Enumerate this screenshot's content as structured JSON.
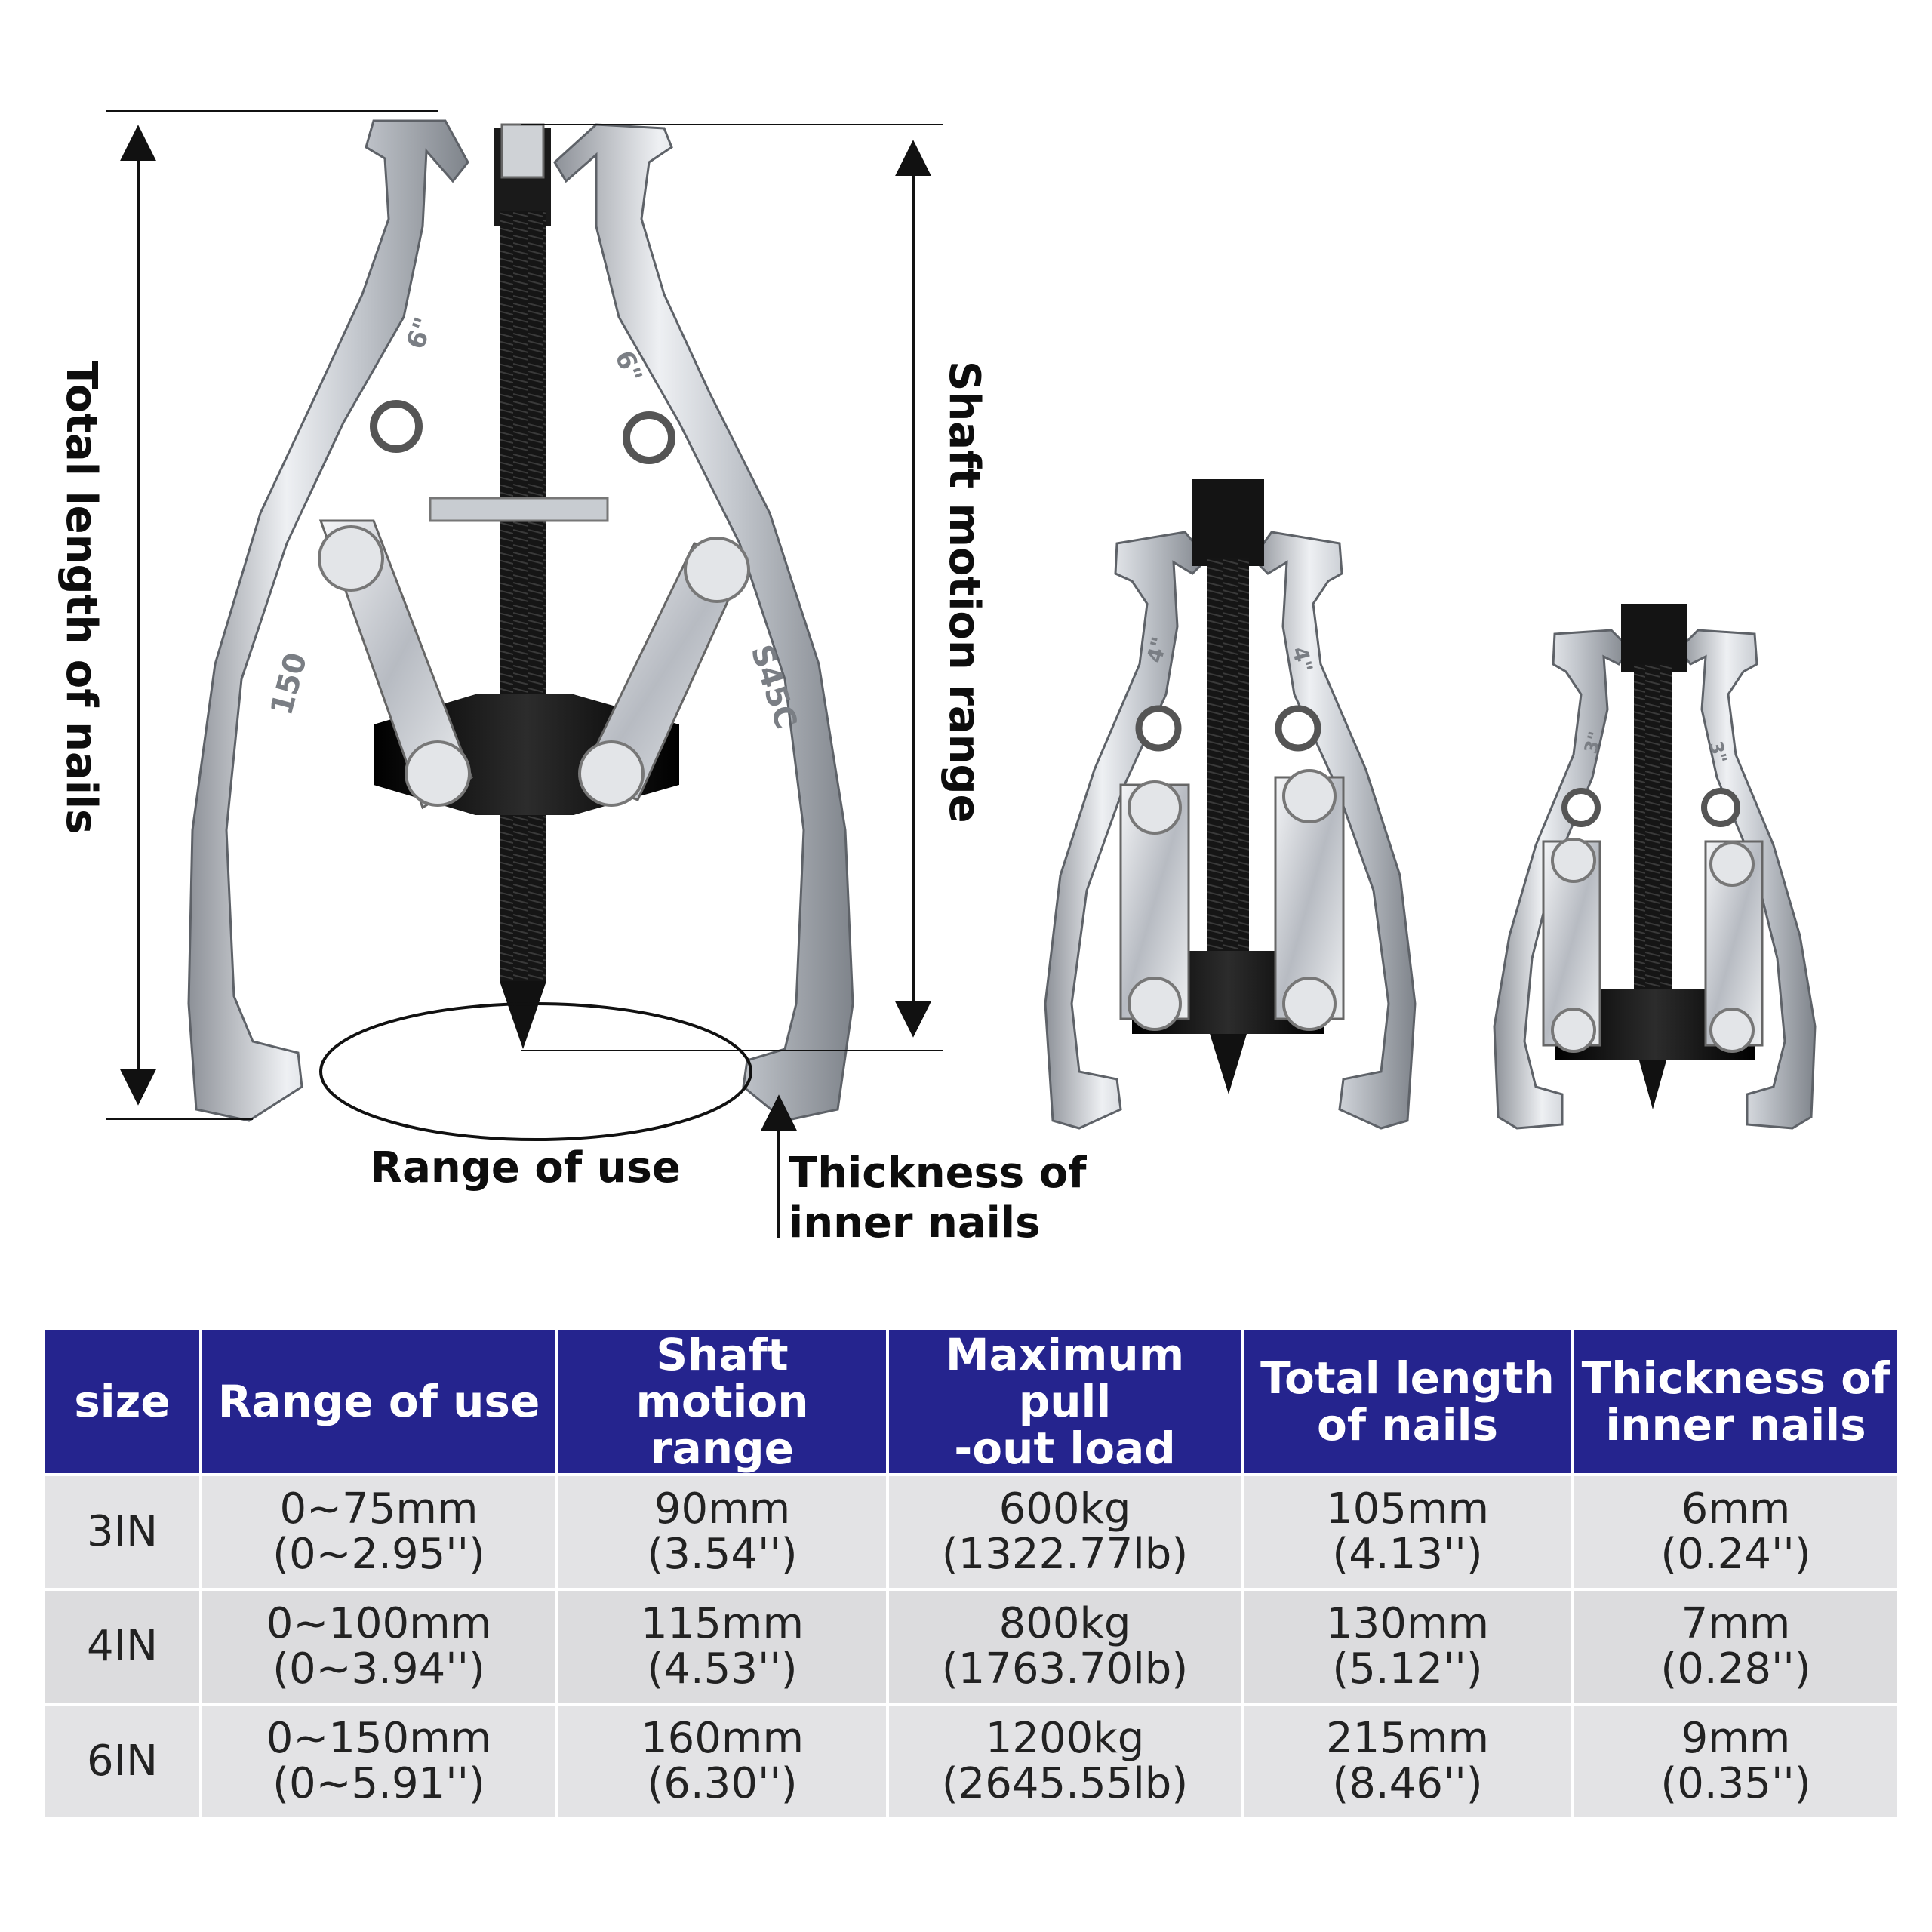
{
  "annotations": {
    "total_length_label": "Total length of nails",
    "shaft_motion_label": "Shaft motion range",
    "range_of_use_label": "Range of use",
    "thickness_label_line1": "Thickness of",
    "thickness_label_line2": "inner nails"
  },
  "tool_markings": {
    "large_arm_left": "6\"",
    "large_arm_right": "6\"",
    "large_leg_left": "150",
    "large_leg_right": "S45C",
    "medium_arm": "4\"",
    "small_arm": "3\""
  },
  "table": {
    "headers": [
      {
        "line1": "size",
        "line2": ""
      },
      {
        "line1": "Range of use",
        "line2": ""
      },
      {
        "line1": "Shaft motion",
        "line2": "range"
      },
      {
        "line1": "Maximum pull",
        "line2": "-out load"
      },
      {
        "line1": "Total length",
        "line2": "of nails"
      },
      {
        "line1": "Thickness of",
        "line2": "inner nails"
      }
    ],
    "rows": [
      {
        "size": "3IN",
        "range_mm": "0~75mm",
        "range_in": "(0~2.95'')",
        "shaft_mm": "90mm",
        "shaft_in": "(3.54'')",
        "load_kg": "600kg",
        "load_lb": "(1322.77lb)",
        "length_mm": "105mm",
        "length_in": "(4.13'')",
        "thick_mm": "6mm",
        "thick_in": "(0.24'')"
      },
      {
        "size": "4IN",
        "range_mm": "0~100mm",
        "range_in": "(0~3.94'')",
        "shaft_mm": "115mm",
        "shaft_in": "(4.53'')",
        "load_kg": "800kg",
        "load_lb": "(1763.70lb)",
        "length_mm": "130mm",
        "length_in": "(5.12'')",
        "thick_mm": "7mm",
        "thick_in": "(0.28'')"
      },
      {
        "size": "6IN",
        "range_mm": "0~150mm",
        "range_in": "(0~5.91'')",
        "shaft_mm": "160mm",
        "shaft_in": "(6.30'')",
        "load_kg": "1200kg",
        "load_lb": "(2645.55lb)",
        "length_mm": "215mm",
        "length_in": "(8.46'')",
        "thick_mm": "9mm",
        "thick_in": "(0.35'')"
      }
    ]
  },
  "colors": {
    "header_bg": "#25248e",
    "row_bg": "#e3e3e5",
    "steel": "#c9ccd1",
    "black_part": "#141414"
  }
}
